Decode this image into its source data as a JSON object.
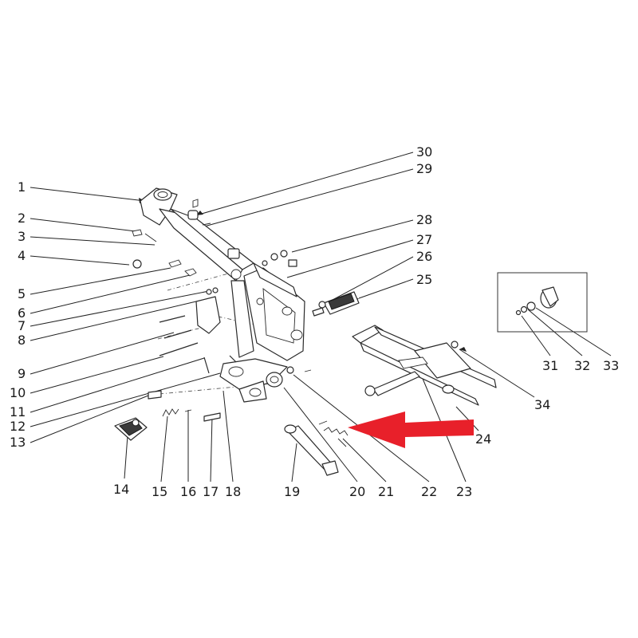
{
  "callouts": [
    {
      "num": "1"
    },
    {
      "num": "2"
    },
    {
      "num": "3"
    },
    {
      "num": "4"
    },
    {
      "num": "5"
    },
    {
      "num": "6"
    },
    {
      "num": "7"
    },
    {
      "num": "8"
    },
    {
      "num": "9"
    },
    {
      "num": "10"
    },
    {
      "num": "11"
    },
    {
      "num": "12"
    },
    {
      "num": "13"
    },
    {
      "num": "14"
    },
    {
      "num": "15"
    },
    {
      "num": "16"
    },
    {
      "num": "17"
    },
    {
      "num": "18"
    },
    {
      "num": "19"
    },
    {
      "num": "20"
    },
    {
      "num": "21"
    },
    {
      "num": "22"
    },
    {
      "num": "23"
    },
    {
      "num": "24"
    },
    {
      "num": "25"
    },
    {
      "num": "26"
    },
    {
      "num": "27"
    },
    {
      "num": "28"
    },
    {
      "num": "29"
    },
    {
      "num": "30"
    },
    {
      "num": "31"
    },
    {
      "num": "32"
    },
    {
      "num": "33"
    },
    {
      "num": "34"
    }
  ],
  "colors": {
    "line": "#222222",
    "highlight_arrow": "#e8202a",
    "background": "#ffffff"
  },
  "highlight": {
    "points_to": "21"
  }
}
